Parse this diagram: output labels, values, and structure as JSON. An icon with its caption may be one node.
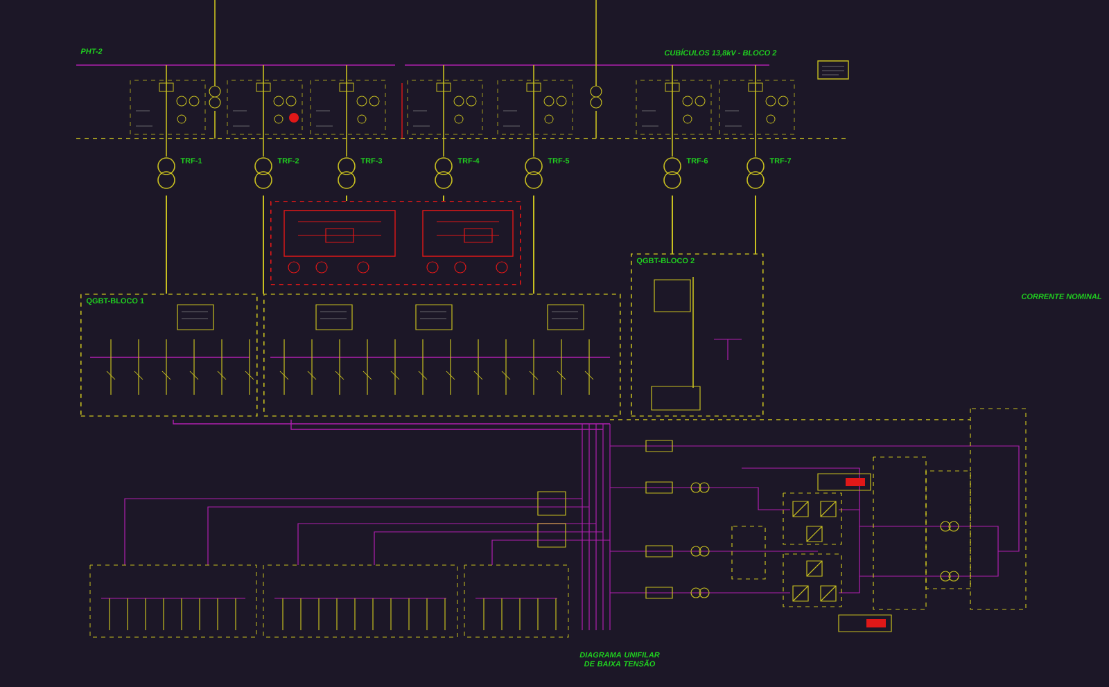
{
  "diagram": {
    "nodes": [
      {
        "text": [
          "TRF-1"
        ]
      },
      {
        "text": [
          "TRF-2"
        ]
      },
      {
        "text": [
          "TRF-3"
        ]
      },
      {
        "text": [
          "TRF-4"
        ]
      },
      {
        "text": [
          "TRF-5"
        ]
      },
      {
        "text": [
          "TRF-6"
        ]
      },
      {
        "text": [
          "TRF-7"
        ]
      },
      {
        "text": [
          "QGBT-BLOCO 1"
        ]
      },
      {
        "text": [],
        "shape": "box"
      },
      {
        "text": [
          "QGBT-BLOCO 2"
        ]
      },
      {
        "text": [],
        "shape": "box"
      }
    ],
    "edges": [
      {
        "from": 0,
        "to": 7,
        "arrow": "none"
      },
      {
        "from": 1,
        "to": 10,
        "arrow": "none"
      },
      {
        "from": 2,
        "to": 8,
        "arrow": "none"
      },
      {
        "from": 3,
        "to": 8,
        "arrow": "none"
      },
      {
        "from": 4,
        "to": 10,
        "arrow": "none"
      },
      {
        "from": 5,
        "to": 9,
        "arrow": "none"
      },
      {
        "from": 6,
        "to": 9,
        "arrow": "none"
      }
    ],
    "labels": [
      "PHT-2",
      "CUBÍCULOS 13,8kV - BLOCO 2",
      "CORRENTE NOMINAL",
      "DIAGRAMA UNIFILAR DE BAIXA TENSÃO"
    ]
  }
}
